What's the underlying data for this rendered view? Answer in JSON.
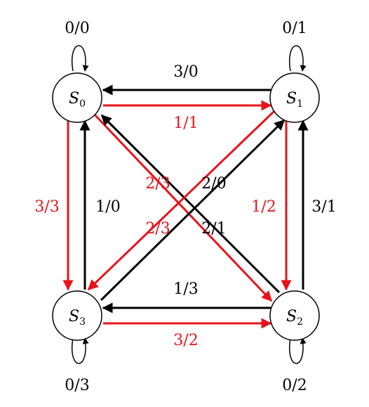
{
  "colors": {
    "black": "#000000",
    "red": "#e8131b"
  },
  "states": [
    {
      "id": "S0",
      "main": "S",
      "sub": "0"
    },
    {
      "id": "S1",
      "main": "S",
      "sub": "1"
    },
    {
      "id": "S2",
      "main": "S",
      "sub": "2"
    },
    {
      "id": "S3",
      "main": "S",
      "sub": "3"
    }
  ],
  "loops": {
    "S0": "0/0",
    "S1": "0/1",
    "S2": "0/2",
    "S3": "0/3"
  },
  "edges": {
    "s1_s0": {
      "label": "3/0",
      "color": "black"
    },
    "s0_s1": {
      "label": "1/1",
      "color": "red"
    },
    "s0_s3": {
      "label": "3/3",
      "color": "red"
    },
    "s3_s0": {
      "label": "1/0",
      "color": "black"
    },
    "s1_s2": {
      "label": "1/2",
      "color": "red"
    },
    "s2_s1": {
      "label": "3/1",
      "color": "black"
    },
    "s2_s3": {
      "label": "1/3",
      "color": "black"
    },
    "s3_s2": {
      "label": "3/2",
      "color": "red"
    },
    "s0_s2": {
      "label": "2/3",
      "color": "red"
    },
    "s3_s1": {
      "label": "2/0",
      "color": "black"
    },
    "s1_s3": {
      "label": "2/3",
      "color": "red"
    },
    "s2_s0": {
      "label": "2/1",
      "color": "black"
    }
  }
}
